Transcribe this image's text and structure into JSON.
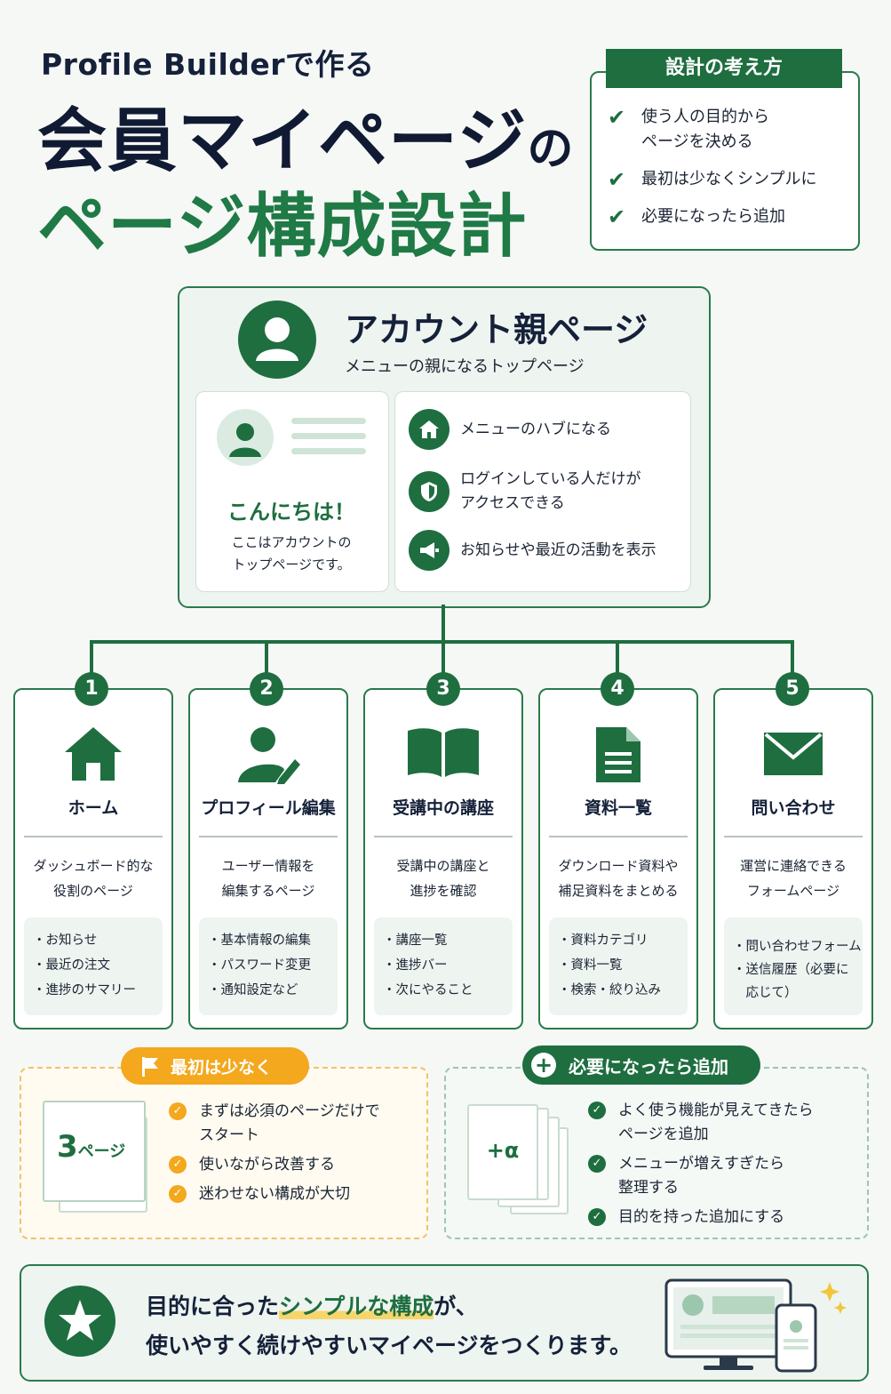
{
  "header": {
    "subtitle": "Profile Builderで作る",
    "title_line1_main": "会員マイページ",
    "title_line1_suffix": "の",
    "title_line2": "ページ構成設計"
  },
  "philosophy": {
    "title": "設計の考え方",
    "items": [
      "使う人の目的から\nページを決める",
      "最初は少なくシンプルに",
      "必要になったら追加"
    ]
  },
  "account": {
    "title": "アカウント親ページ",
    "subtitle": "メニューの親になるトップページ",
    "greeting": "こんにちは！",
    "greeting_text": "ここはアカウントの\nトップページです。",
    "features": [
      "メニューのハブになる",
      "ログインしている人だけが\nアクセスできる",
      "お知らせや最近の活動を表示"
    ]
  },
  "pages": [
    {
      "num": "1",
      "title": "ホーム",
      "desc": "ダッシュボード的な\n役割のページ",
      "items": [
        "・お知らせ",
        "・最近の注文",
        "・進捗のサマリー"
      ],
      "icon": "home-icon"
    },
    {
      "num": "2",
      "title": "プロフィール編集",
      "desc": "ユーザー情報を\n編集するページ",
      "items": [
        "・基本情報の編集",
        "・パスワード変更",
        "・通知設定など"
      ],
      "icon": "user-edit-icon"
    },
    {
      "num": "3",
      "title": "受講中の講座",
      "desc": "受講中の講座と\n進捗を確認",
      "items": [
        "・講座一覧",
        "・進捗バー",
        "・次にやること"
      ],
      "icon": "book-icon"
    },
    {
      "num": "4",
      "title": "資料一覧",
      "desc": "ダウンロード資料や\n補足資料をまとめる",
      "items": [
        "・資料カテゴリ",
        "・資料一覧",
        "・検索・絞り込み"
      ],
      "icon": "document-icon"
    },
    {
      "num": "5",
      "title": "問い合わせ",
      "desc": "運営に連絡できる\nフォームページ",
      "items": [
        "・問い合わせフォーム",
        "・送信履歴（必要に\n　応じて）"
      ],
      "icon": "mail-icon"
    }
  ],
  "start_small": {
    "label": "最初は少なく",
    "badge_num": "3",
    "badge_unit": "ページ",
    "items": [
      "まずは必須のページだけで\nスタート",
      "使いながら改善する",
      "迷わせない構成が大切"
    ]
  },
  "add_later": {
    "label": "必要になったら追加",
    "badge": "+α",
    "items": [
      "よく使う機能が見えてきたら\nページを追加",
      "メニューが増えすぎたら\n整理する",
      "目的を持った追加にする"
    ]
  },
  "footer": {
    "line1_before": "目的に合った",
    "line1_highlight": "シンプルな構成",
    "line1_after": "が、",
    "line2": "使いやすく続けやすいマイページをつくります。"
  },
  "colors": {
    "primary": "#1e6e40",
    "accent": "#f3a81e",
    "text": "#15213a"
  }
}
